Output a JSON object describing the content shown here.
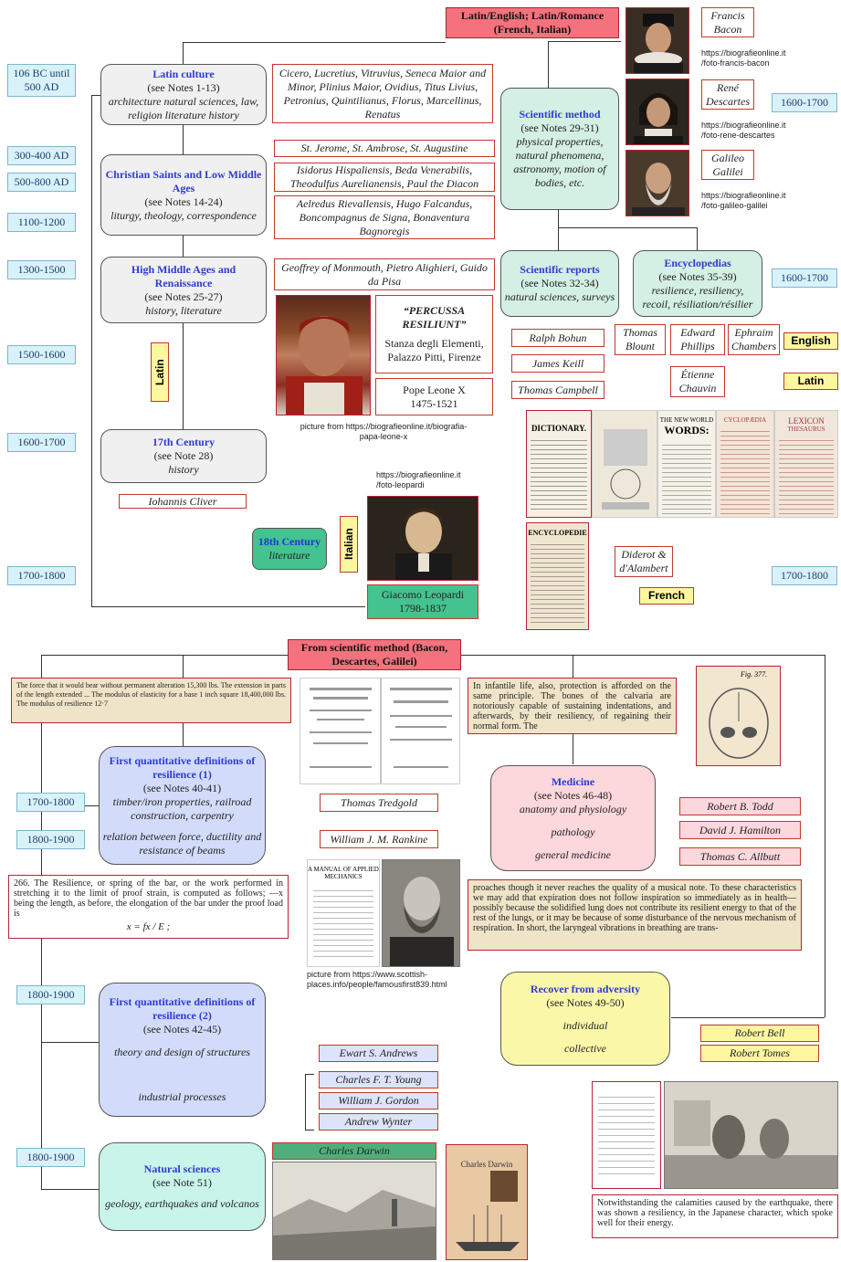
{
  "top_header": "Latin/English;  Latin/Romance (French, Italian)",
  "mid_header": "From  scientific method (Bacon,  Descartes, Galilei)",
  "dates": [
    "106 BC until 500 AD",
    "300-400  AD",
    "500-800  AD",
    "1100-1200",
    "1300-1500",
    "1500-1600",
    "1600-1700",
    "1700-1800",
    "1600-1700",
    "1600-1700",
    "1700-1800",
    "1700-1800",
    "1800-1900",
    "1800-1900",
    "1800-1900"
  ],
  "latin_culture": {
    "title": "Latin culture",
    "notes": "(see Notes 1-13)",
    "desc": "architecture natural sciences, law, religion literature history"
  },
  "latin_authors": "Cicero, Lucretius, Vitruvius, Seneca Maior and Minor, Plinius Maior, Ovidius, Titus Livius, Petronius, Quintilianus, Florus, Marcellinus, Renatus",
  "christian": {
    "title": "Christian Saints and Low  Middle  Ages",
    "notes": "(see Notes 14-24)",
    "desc": "liturgy, theology, correspondence"
  },
  "saints": "St. Jerome, St. Ambrose, St. Augustine",
  "isidorus": "Isidorus Hispaliensis, Beda Venerabilis, Theodulfus Aurelianensis, Paul the Diacon",
  "aelredus": "Aelredus Rievallensis, Hugo Falcandus, Boncompagnus de Signa, Bonaventura Bagnoregis",
  "high_middle": {
    "title": "High Middle  Ages and  Renaissance",
    "notes": "(see Notes 25-27)",
    "desc": "history, literature"
  },
  "geoffrey": "Geoffrey of Monmouth, Pietro Alighieri, Guido da Pisa",
  "percussa": {
    "title": "“PERCUSSA RESILIUNT”",
    "place": "Stanza degli Elementi, Palazzo Pitti, Firenze",
    "pope": "Pope Leone X",
    "years": "1475-1521"
  },
  "pope_url": "picture from https://biografieonline.it/biografia-papa-leone-x",
  "latin_lang": "Latin",
  "c17": {
    "title": "17th Century",
    "notes": "(see Note 28)",
    "desc": "history"
  },
  "cliver": "Iohannis Cliver",
  "c18": {
    "title": "18th Century",
    "desc": "literature"
  },
  "italian": "Italian",
  "leopardi_url": "https://biografieonline.it /foto-leopardi",
  "leopardi": {
    "name": "Giacomo  Leopardi",
    "years": "1798-1837"
  },
  "bacon": {
    "name": "Francis Bacon",
    "url": "https://biografieonline.it /foto-francis-bacon"
  },
  "descartes": {
    "name": "René Descartes",
    "url": "https://biografieonline.it /foto-rene-descartes"
  },
  "galileo": {
    "name": "Galileo Galilei",
    "url": "https://biografieonline.it /foto-galileo-galilei"
  },
  "sci_method": {
    "title": "Scientific method",
    "notes": "(see Notes 29-31)",
    "desc": "physical properties, natural phenomena, astronomy, motion of bodies, etc."
  },
  "sci_reports": {
    "title": "Scientific reports",
    "notes": "(see Notes 32-34)",
    "desc": "natural sciences, surveys"
  },
  "encyclopedias": {
    "title": "Encyclopedias",
    "notes": "(see Notes 35-39)",
    "desc": "resilience, resiliency, recoil, résiliation/résilier"
  },
  "ralph": "Ralph Bohun",
  "keill": "James Keill",
  "campbell": "Thomas Campbell",
  "blount": "Thomas Blount",
  "phillips": "Edward Phillips",
  "chambers": "Ephraim Chambers",
  "chauvin": "Étienne Chauvin",
  "english": "English",
  "latin2": "Latin",
  "diderot": "Diderot & d'Alambert",
  "french": "French",
  "q1": {
    "title": "First quantitative  definitions of resilience (1)",
    "notes": "(see Notes 40-41)",
    "desc1": "timber/iron properties, railroad construction, carpentry",
    "desc2": "relation between force, ductility and resistance of beams"
  },
  "tredgold": "Thomas Tredgold",
  "rankine": "William J. M. Rankine",
  "rankine_url": "picture from https://www.scottish-places.info/people/famousfirst839.html",
  "q2": {
    "title": "First quantitative  definitions of resilience (2)",
    "notes": "(see Notes 42-45)",
    "desc1": "theory and design of structures",
    "desc2": "industrial processes"
  },
  "andrews": "Ewart S. Andrews",
  "young": "Charles F. T. Young",
  "gordon": "William J. Gordon",
  "wynter": "Andrew Wynter",
  "natural": {
    "title": "Natural  sciences",
    "notes": "(see Note 51)",
    "desc": "geology, earthquakes and volcanos"
  },
  "darwin": "Charles Darwin",
  "medicine": {
    "title": "Medicine",
    "notes": "(see Notes 46-48)",
    "d1": "anatomy and physiology",
    "d2": "pathology",
    "d3": "general medicine"
  },
  "todd": "Robert B. Todd",
  "hamilton": "David J. Hamilton",
  "allbutt": "Thomas C. Allbutt",
  "recover": {
    "title": "Recover  from  adversity",
    "notes": "(see Notes 49-50)",
    "d1": "individual",
    "d2": "collective"
  },
  "bell": "Robert Bell",
  "tomes": "Robert Tomes",
  "table_text": "The force that it would bear without permanent alteration 15,300 lbs. The extension in parts of the length extended ... The modulus of elasticity for a base 1 inch square 18,400,000 lbs. The modulus of resilience 12·7",
  "infantile_text": "In infantile life, also, protection is afforded on the same principle. The bones of the calvaria are notoriously capable of sustaining indentations, and afterwards, by their resiliency, of regaining their normal form. The",
  "rankine_text": "266. The Resilience, or spring of the bar, or the work performed in stretching it to the limit of proof strain, is computed as follows; —x being the length, as before, the elongation of the bar under the proof load is",
  "rankine_formula": "x = fx / E ;",
  "musical_text": "proaches though it never reaches the quality of a musical note. To these characteristics we may add that expiration does not follow inspiration so immediately as in health—possibly because the solidified lung does not contribute its resilient energy to that of the rest of the lungs, or it may be because of some disturbance of the nervous mechanism of respiration. In short, the laryngeal vibrations in breathing are trans-",
  "japan_text": "Notwithstanding the calamities caused by the earthquake, there was shown a resiliency, in the Japanese character, which spoke well for their energy.",
  "fig": "Fig. 377.",
  "manual": "A MANUAL OF APPLIED MECHANICS",
  "encyclopedie": "ENCYCLOPEDIE",
  "colors": {
    "red": "#c0392b",
    "blue_title": "#2e3bd1",
    "date_bg": "#d9f2fa"
  }
}
